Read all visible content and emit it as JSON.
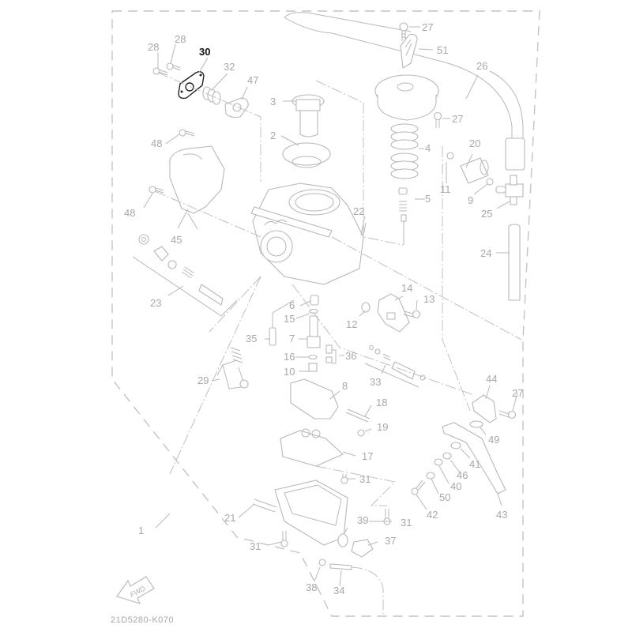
{
  "diagram": {
    "title": "Carburetor exploded parts diagram",
    "drawing_code": "21D5280-K070",
    "fwd_label": "FWD",
    "highlighted_part": "30",
    "colors": {
      "highlight": "#111111",
      "parts": "#b8b8b8",
      "labels": "#a8a8a8",
      "background": "#ffffff"
    },
    "callouts": [
      {
        "id": "c1",
        "label": "1"
      },
      {
        "id": "c2",
        "label": "2"
      },
      {
        "id": "c3",
        "label": "3"
      },
      {
        "id": "c4",
        "label": "4"
      },
      {
        "id": "c5",
        "label": "5"
      },
      {
        "id": "c6",
        "label": "6"
      },
      {
        "id": "c7",
        "label": "7"
      },
      {
        "id": "c8",
        "label": "8"
      },
      {
        "id": "c9",
        "label": "9"
      },
      {
        "id": "c10",
        "label": "10"
      },
      {
        "id": "c11",
        "label": "11"
      },
      {
        "id": "c12",
        "label": "12"
      },
      {
        "id": "c13",
        "label": "13"
      },
      {
        "id": "c14",
        "label": "14"
      },
      {
        "id": "c15",
        "label": "15"
      },
      {
        "id": "c16",
        "label": "16"
      },
      {
        "id": "c17",
        "label": "17"
      },
      {
        "id": "c18",
        "label": "18"
      },
      {
        "id": "c19",
        "label": "19"
      },
      {
        "id": "c20",
        "label": "20"
      },
      {
        "id": "c21",
        "label": "21"
      },
      {
        "id": "c22",
        "label": "22"
      },
      {
        "id": "c23",
        "label": "23"
      },
      {
        "id": "c24",
        "label": "24"
      },
      {
        "id": "c25",
        "label": "25"
      },
      {
        "id": "c26",
        "label": "26"
      },
      {
        "id": "c27a",
        "label": "27"
      },
      {
        "id": "c27b",
        "label": "27"
      },
      {
        "id": "c27c",
        "label": "27"
      },
      {
        "id": "c28a",
        "label": "28"
      },
      {
        "id": "c28b",
        "label": "28"
      },
      {
        "id": "c29",
        "label": "29"
      },
      {
        "id": "c30",
        "label": "30"
      },
      {
        "id": "c31a",
        "label": "31"
      },
      {
        "id": "c31b",
        "label": "31"
      },
      {
        "id": "c31c",
        "label": "31"
      },
      {
        "id": "c32",
        "label": "32"
      },
      {
        "id": "c33",
        "label": "33"
      },
      {
        "id": "c34",
        "label": "34"
      },
      {
        "id": "c35",
        "label": "35"
      },
      {
        "id": "c36",
        "label": "36"
      },
      {
        "id": "c37",
        "label": "37"
      },
      {
        "id": "c38",
        "label": "38"
      },
      {
        "id": "c39",
        "label": "39"
      },
      {
        "id": "c40",
        "label": "40"
      },
      {
        "id": "c41",
        "label": "41"
      },
      {
        "id": "c42",
        "label": "42"
      },
      {
        "id": "c43",
        "label": "43"
      },
      {
        "id": "c44",
        "label": "44"
      },
      {
        "id": "c45",
        "label": "45"
      },
      {
        "id": "c46",
        "label": "46"
      },
      {
        "id": "c47",
        "label": "47"
      },
      {
        "id": "c48a",
        "label": "48"
      },
      {
        "id": "c48b",
        "label": "48"
      },
      {
        "id": "c49",
        "label": "49"
      },
      {
        "id": "c50",
        "label": "50"
      },
      {
        "id": "c51",
        "label": "51"
      }
    ]
  }
}
